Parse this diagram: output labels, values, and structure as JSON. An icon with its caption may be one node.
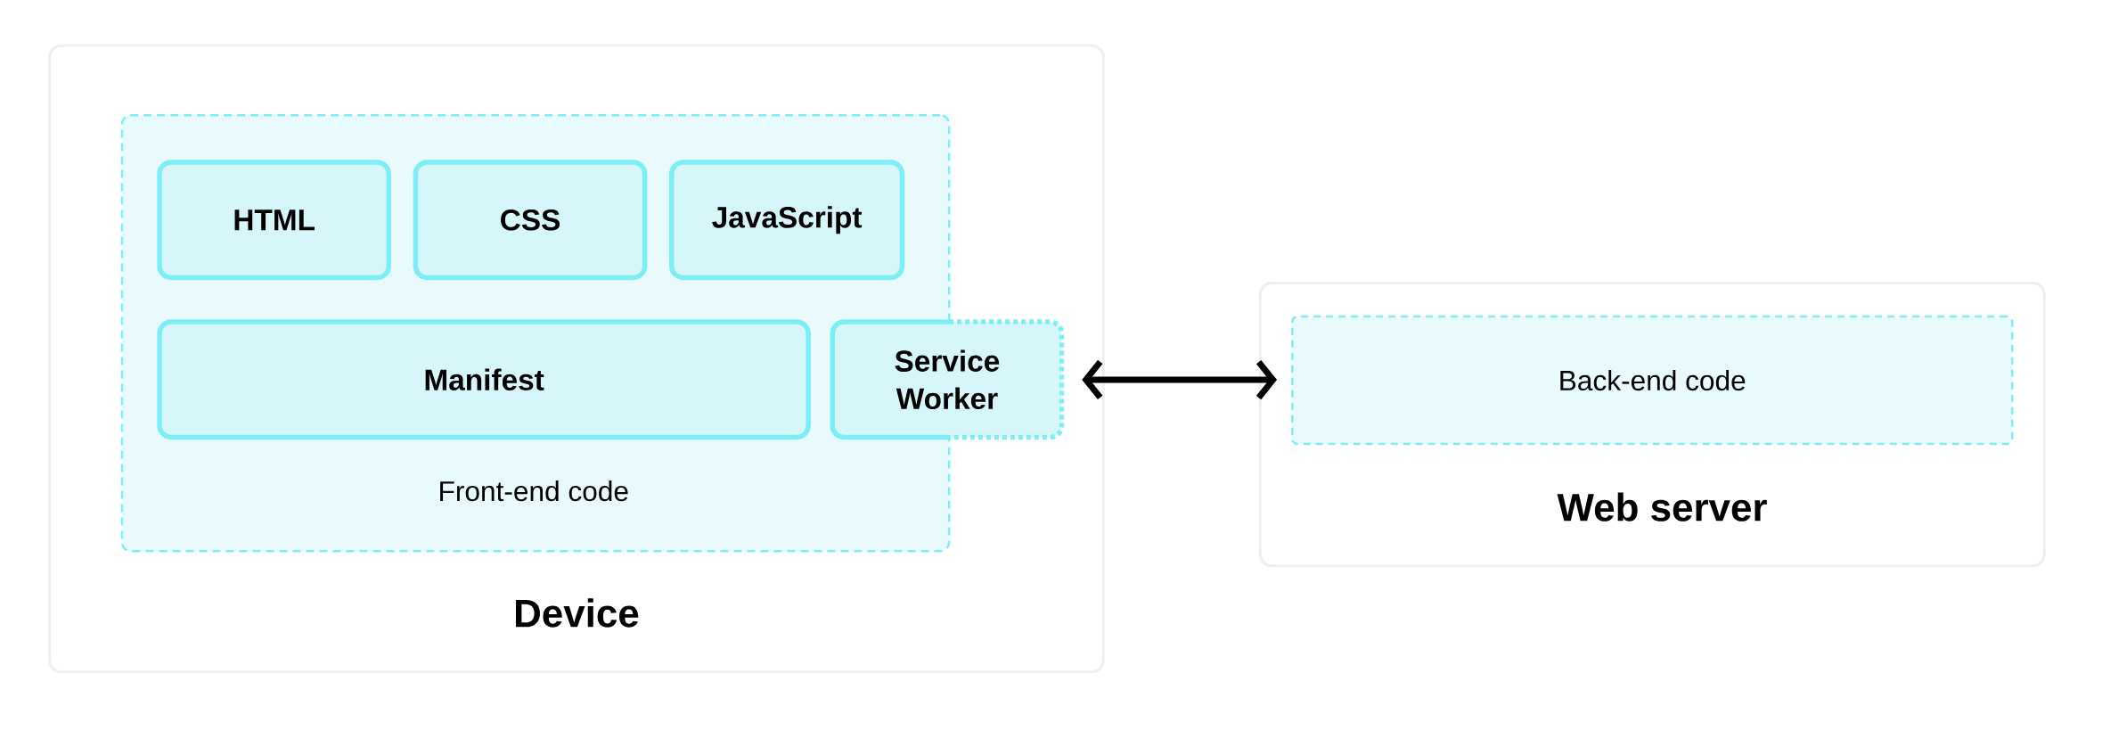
{
  "diagram": {
    "nodes": [
      {
        "text": [
          "Device"
        ]
      },
      {
        "text": [
          "Front-end code"
        ],
        "in": 0
      },
      {
        "text": [
          "HTML"
        ],
        "in": 1
      },
      {
        "text": [
          "CSS"
        ],
        "in": 1
      },
      {
        "text": [
          "JavaScript"
        ],
        "in": 1
      },
      {
        "text": [
          "Manifest"
        ],
        "in": 1
      },
      {
        "text": [
          "Service Worker"
        ],
        "in": 0
      },
      {
        "text": [
          "Web server"
        ]
      },
      {
        "text": [
          "Back-end code"
        ],
        "in": 7
      }
    ],
    "edges": [
      {
        "from": 6,
        "to": 8,
        "arrow": "both"
      }
    ]
  }
}
